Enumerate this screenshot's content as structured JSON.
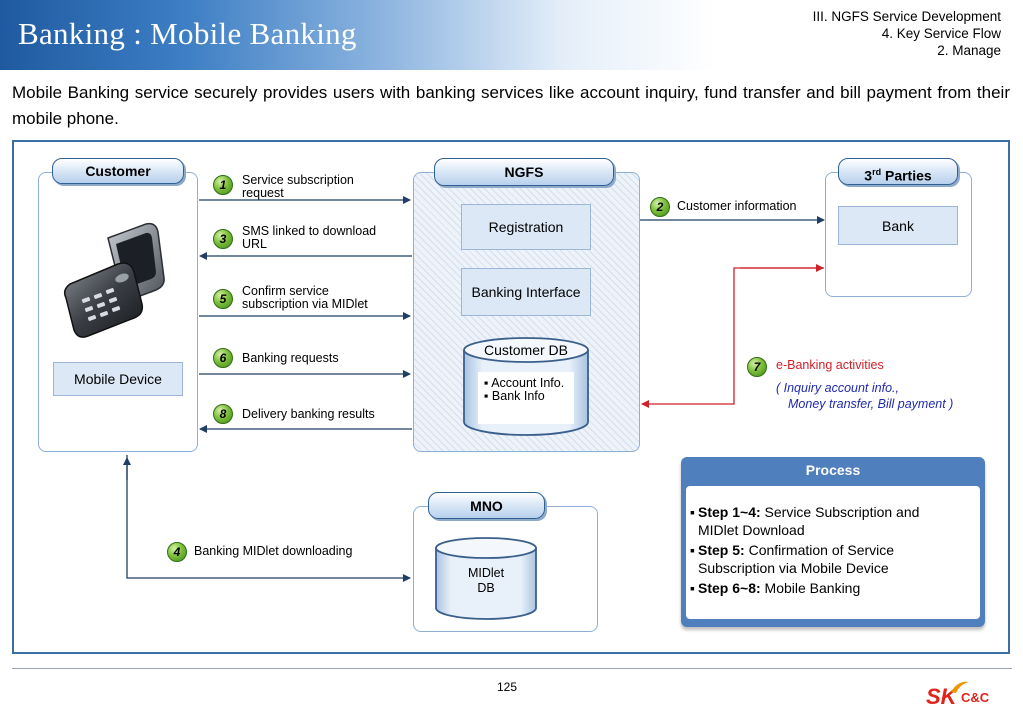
{
  "header": {
    "title": "Banking : Mobile Banking",
    "breadcrumb": [
      "III. NGFS Service Development",
      "4. Key Service Flow",
      "2. Manage"
    ]
  },
  "intro": "Mobile Banking service securely provides users with banking services like account inquiry, fund transfer and bill payment from their mobile phone.",
  "customer": {
    "title": "Customer",
    "device_label": "Mobile Device"
  },
  "ngfs": {
    "title": "NGFS",
    "registration": "Registration",
    "banking_interface": "Banking Interface",
    "db_title": "Customer DB",
    "db_items": [
      "Account Info.",
      "Bank Info"
    ]
  },
  "third_parties": {
    "title_main": "3",
    "title_sup": "rd",
    "title_rest": " Parties",
    "bank": "Bank"
  },
  "mno": {
    "title": "MNO",
    "db_line1": "MIDlet",
    "db_line2": "DB"
  },
  "flows": [
    {
      "num": "1",
      "label": "Service subscription request"
    },
    {
      "num": "3",
      "label": "SMS linked to download URL"
    },
    {
      "num": "5",
      "label": "Confirm service subscription via MIDlet"
    },
    {
      "num": "6",
      "label": "Banking requests"
    },
    {
      "num": "8",
      "label": "Delivery banking results"
    },
    {
      "num": "2",
      "label": "Customer information"
    },
    {
      "num": "4",
      "label": "Banking MIDlet downloading"
    },
    {
      "num": "7",
      "label": "e-Banking activities"
    }
  ],
  "ebanking_detail": [
    "( Inquiry account info.,",
    "Money transfer, Bill payment )"
  ],
  "process": {
    "title": "Process",
    "steps": [
      {
        "bold": "Step 1~4:",
        "text": " Service Subscription and MIDlet Download"
      },
      {
        "bold": "Step 5:",
        "text": " Confirmation of Service Subscription via Mobile Device"
      },
      {
        "bold": "Step 6~8:",
        "text": " Mobile Banking"
      }
    ]
  },
  "footer": {
    "page_number": "125",
    "logo_sk": "SK",
    "logo_cc": "C&C"
  },
  "colors": {
    "accent_blue": "#3b6ea5",
    "arrow_dark": "#1f3f66",
    "flow_red": "#d0202a",
    "detail_text": "#1f2ab0",
    "badge_green": "#5aa52a"
  }
}
